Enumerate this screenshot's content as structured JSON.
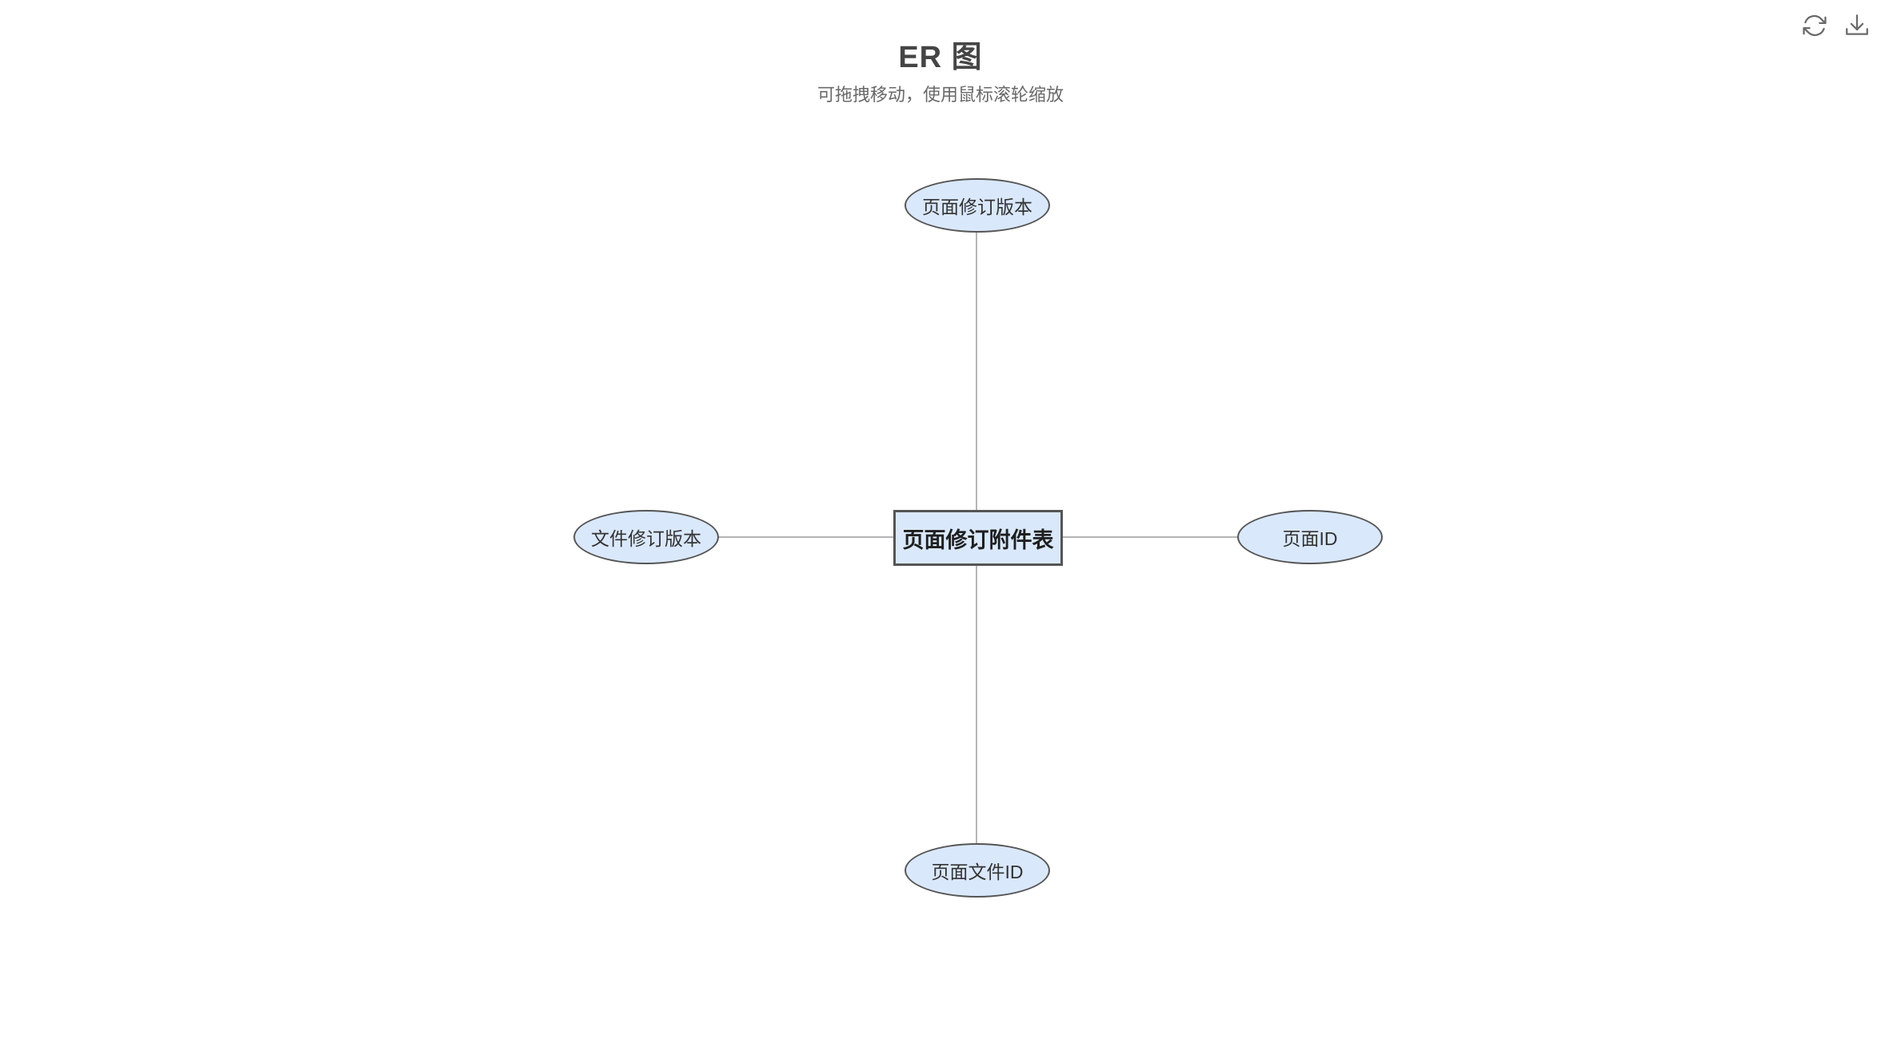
{
  "page": {
    "title": "ER 图",
    "subtitle": "可拖拽移动，使用鼠标滚轮缩放"
  },
  "toolbar": {
    "refresh_icon": "refresh-icon",
    "download_icon": "download-icon"
  },
  "diagram": {
    "type": "er-diagram",
    "entity": {
      "label": "页面修订附件表",
      "shape": "rectangle"
    },
    "attributes": [
      {
        "position": "top",
        "label": "页面修订版本",
        "shape": "ellipse"
      },
      {
        "position": "left",
        "label": "文件修订版本",
        "shape": "ellipse"
      },
      {
        "position": "right",
        "label": "页面ID",
        "shape": "ellipse"
      },
      {
        "position": "bottom",
        "label": "页面文件ID",
        "shape": "ellipse"
      }
    ],
    "edges": [
      {
        "from": "页面修订附件表",
        "to": "页面修订版本"
      },
      {
        "from": "页面修订附件表",
        "to": "文件修订版本"
      },
      {
        "from": "页面修订附件表",
        "to": "页面ID"
      },
      {
        "from": "页面修订附件表",
        "to": "页面文件ID"
      }
    ]
  },
  "colors": {
    "node_fill": "#dae8fc",
    "node_border": "#555555",
    "edge": "#b5b5b5",
    "title_text": "#454545",
    "subtitle_text": "#696969",
    "icon": "#6a6a6a",
    "entity_text": "#1f1f1f",
    "attribute_text": "#333333"
  }
}
